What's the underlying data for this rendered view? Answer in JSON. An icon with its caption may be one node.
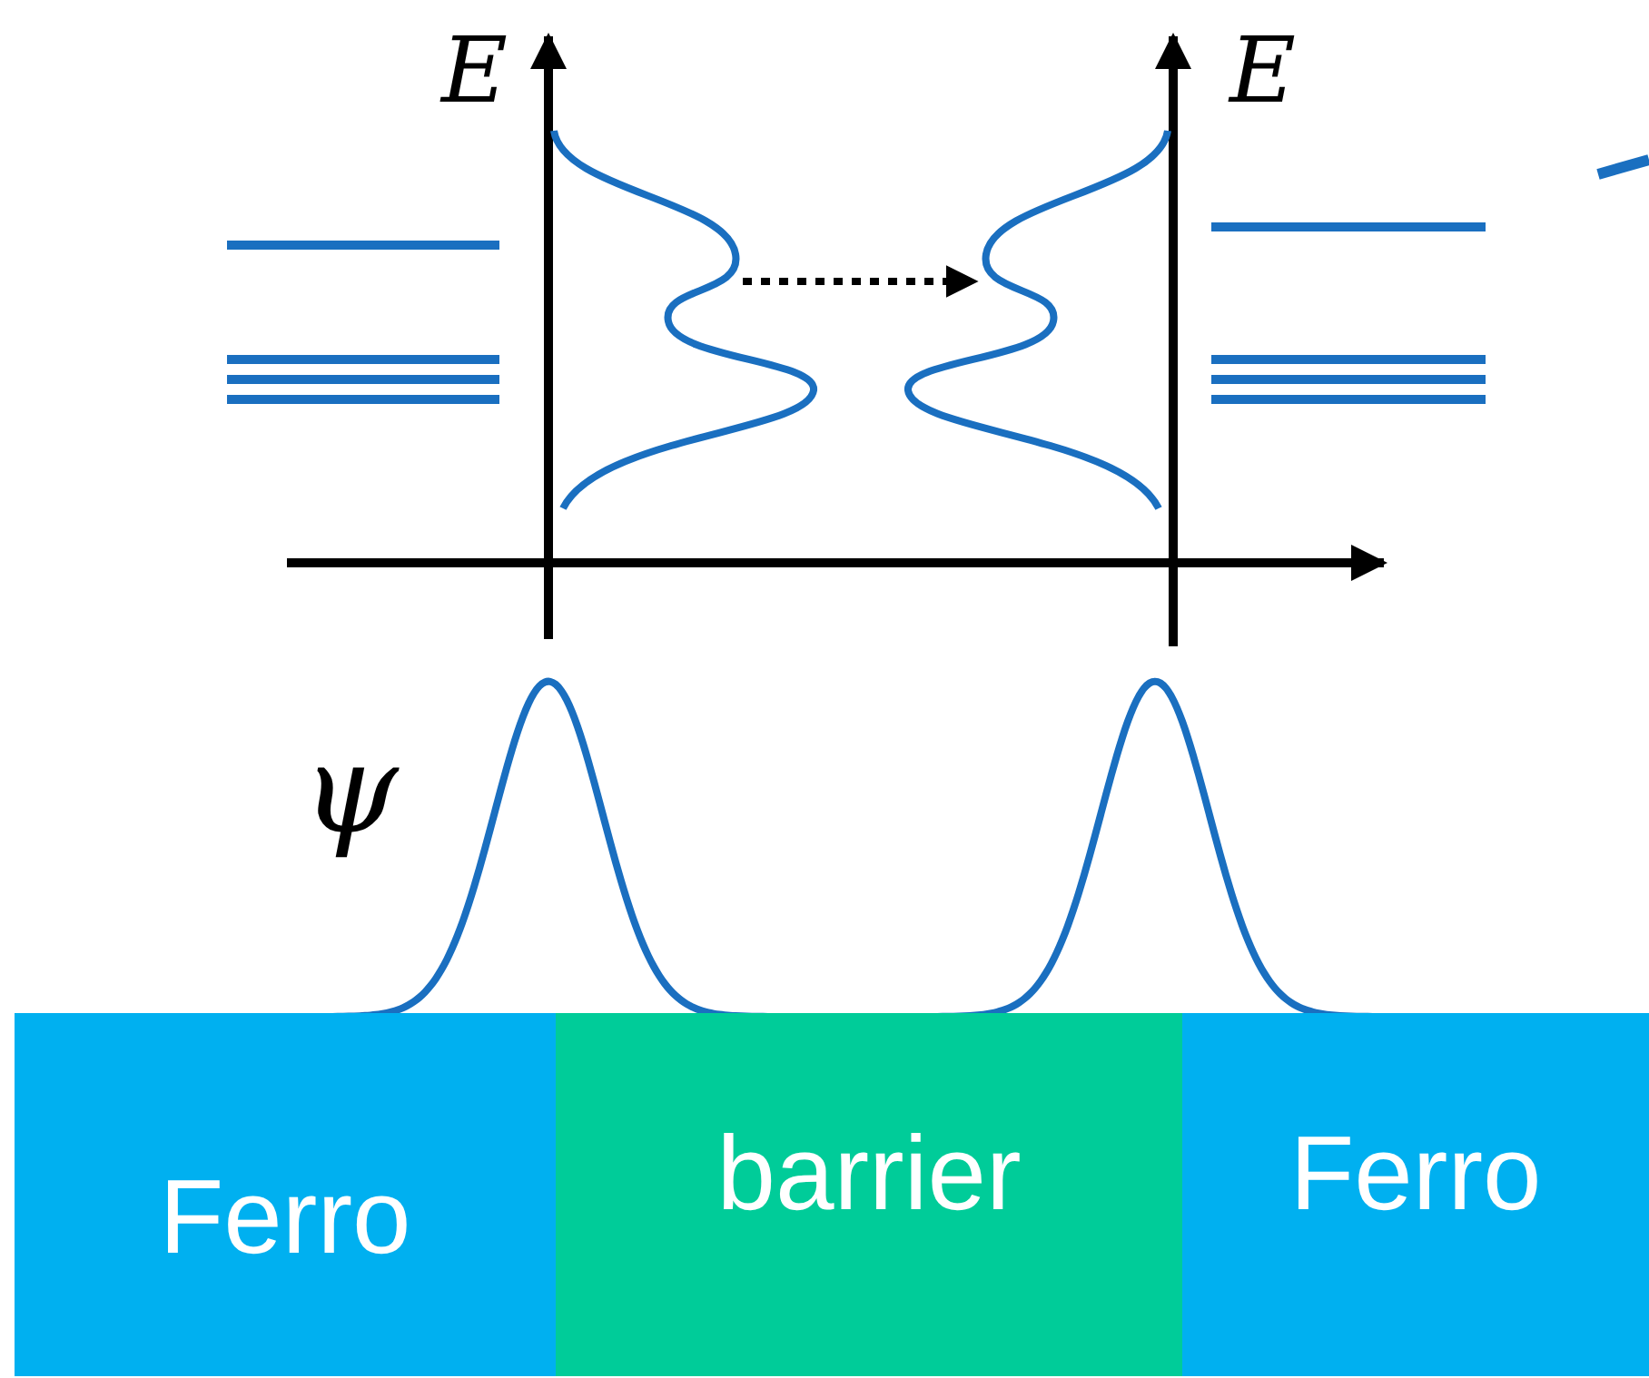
{
  "diagram": {
    "nodes": [
      {
        "text": [
          "Ferro"
        ]
      },
      {
        "text": [
          "barrier"
        ]
      },
      {
        "text": [
          "Ferro"
        ]
      },
      {
        "text": [],
        "shape": "curve"
      },
      {
        "text": [],
        "shape": "curve"
      }
    ],
    "edges": [
      {
        "from": 3,
        "to": 4,
        "arrow": "to",
        "style": "dashed"
      }
    ],
    "labels": [
      "E",
      "E",
      "ψ"
    ]
  }
}
